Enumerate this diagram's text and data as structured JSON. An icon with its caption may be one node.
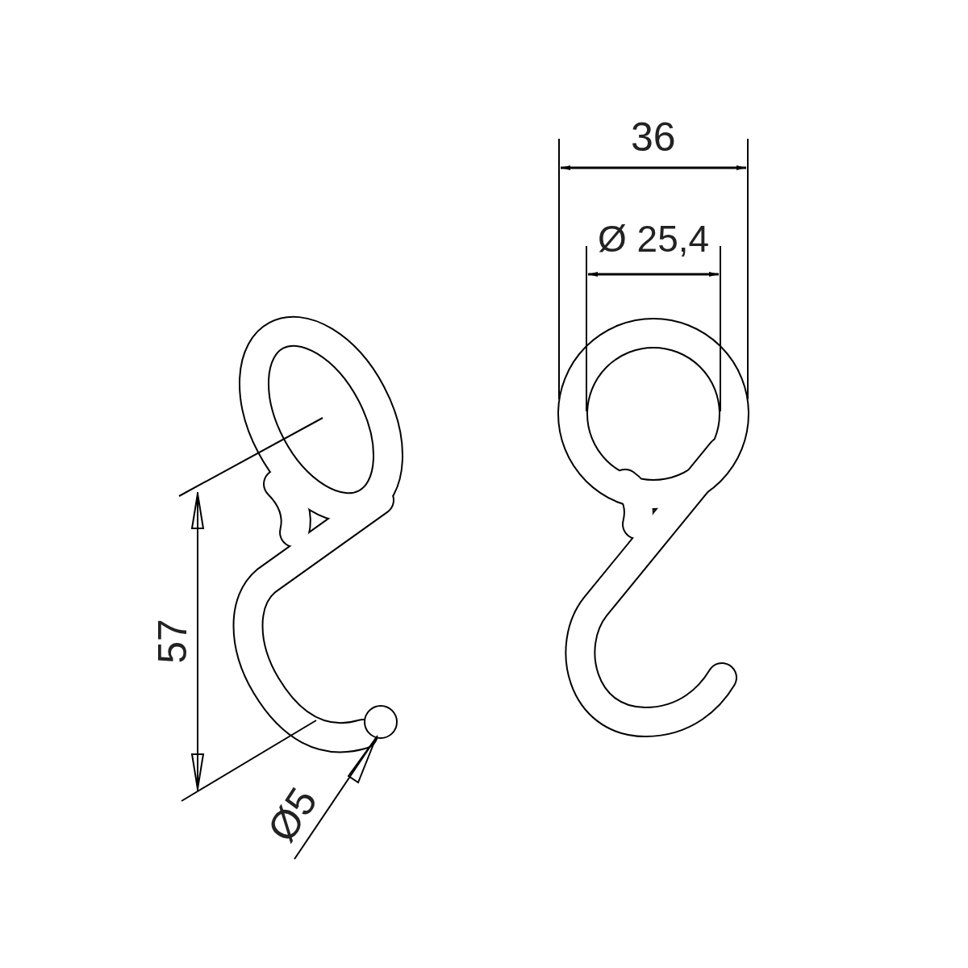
{
  "diagram": {
    "labels": [
      "36",
      "Ø 25,4",
      "57",
      "Ø5"
    ]
  }
}
